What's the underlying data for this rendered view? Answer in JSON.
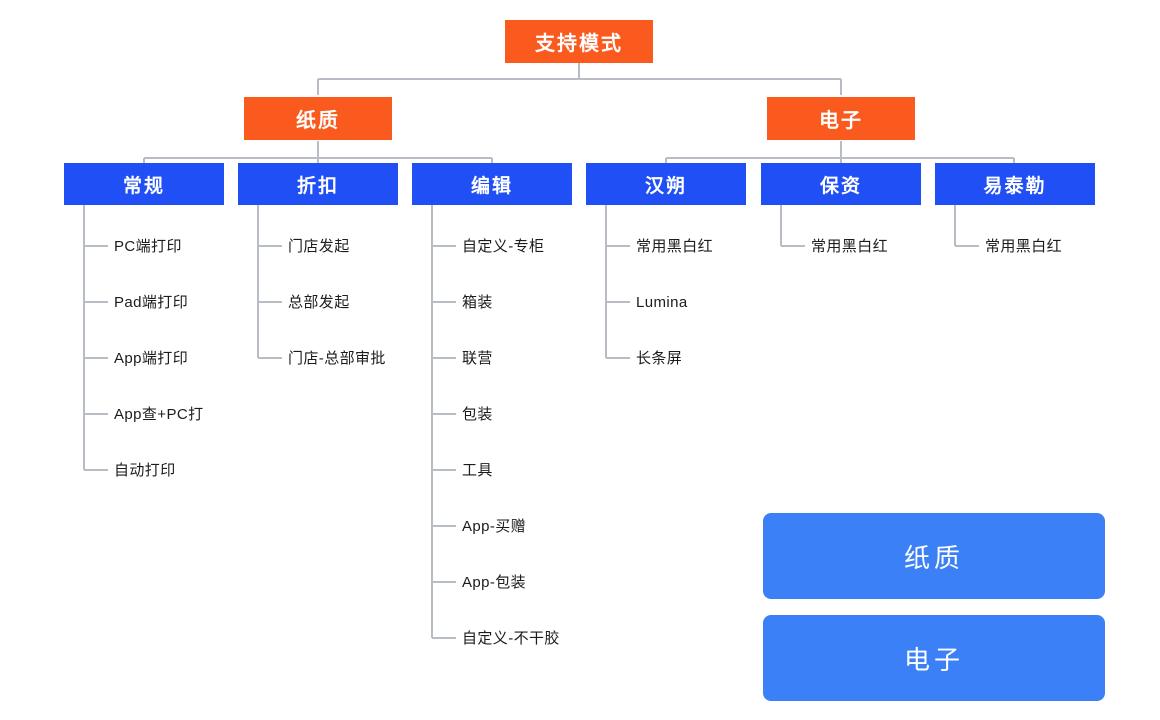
{
  "diagram": {
    "title": "支持模式",
    "colors": {
      "root_node": "#FA5A1E",
      "level2_node": "#FA5A1E",
      "level3_node": "#1F4FF5",
      "legend_pill": "#3B80F7",
      "connector_line": "#b8bcc4",
      "leaf_text": "#1c1c1c",
      "background": "#ffffff"
    },
    "root": {
      "label": "支持模式"
    },
    "level2": [
      {
        "label": "纸质"
      },
      {
        "label": "电子"
      }
    ],
    "branches": [
      {
        "label": "常规",
        "parent": "纸质",
        "leaves": [
          "PC端打印",
          "Pad端打印",
          "App端打印",
          "App查+PC打",
          "自动打印"
        ]
      },
      {
        "label": "折扣",
        "parent": "纸质",
        "leaves": [
          "门店发起",
          "总部发起",
          "门店-总部审批"
        ]
      },
      {
        "label": "编辑",
        "parent": "纸质",
        "leaves": [
          "自定义-专柜",
          "箱装",
          "联营",
          "包装",
          "工具",
          "App-买赠",
          "App-包装",
          "自定义-不干胶"
        ]
      },
      {
        "label": "汉朔",
        "parent": "电子",
        "leaves": [
          "常用黑白红",
          "Lumina",
          "长条屏"
        ]
      },
      {
        "label": "保资",
        "parent": "电子",
        "leaves": [
          "常用黑白红"
        ]
      },
      {
        "label": "易泰勒",
        "parent": "电子",
        "leaves": [
          "常用黑白红"
        ]
      }
    ],
    "legend": [
      {
        "label": "纸质"
      },
      {
        "label": "电子"
      }
    ]
  }
}
